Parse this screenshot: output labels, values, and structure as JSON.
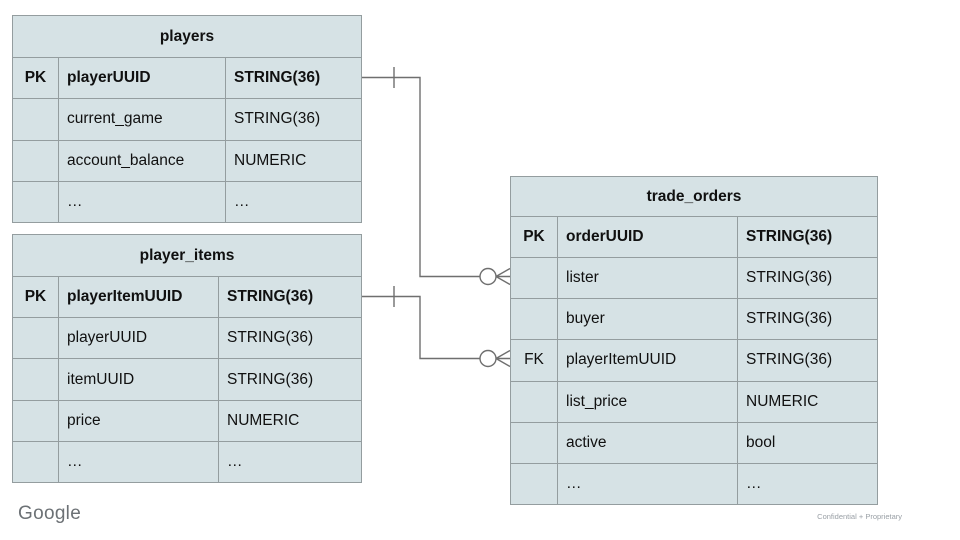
{
  "slide": {
    "background": "#ffffff"
  },
  "branding": {
    "logo_text": "Google",
    "footer_note": "Confidential + Proprietary"
  },
  "colors": {
    "table_fill": "#d6e2e5",
    "table_border": "#949d9f",
    "connector_line": "#6f6f6f",
    "text": "#101010",
    "logo_grey": "#6c7175",
    "footer_grey": "#9aa0a6"
  },
  "diagram": {
    "type": "entity-relationship",
    "tables": [
      {
        "title": "players",
        "rows": [
          {
            "key": "PK",
            "field": "playerUUID",
            "type": "STRING(36)",
            "emphasis": true
          },
          {
            "key": "",
            "field": "current_game",
            "type": "STRING(36)",
            "emphasis": false
          },
          {
            "key": "",
            "field": "account_balance",
            "type": "NUMERIC",
            "emphasis": false
          },
          {
            "key": "",
            "field": "…",
            "type": "…",
            "emphasis": false
          }
        ]
      },
      {
        "title": "player_items",
        "rows": [
          {
            "key": "PK",
            "field": "playerItemUUID",
            "type": "STRING(36)",
            "emphasis": true
          },
          {
            "key": "",
            "field": "playerUUID",
            "type": "STRING(36)",
            "emphasis": false
          },
          {
            "key": "",
            "field": "itemUUID",
            "type": "STRING(36)",
            "emphasis": false
          },
          {
            "key": "",
            "field": "price",
            "type": "NUMERIC",
            "emphasis": false
          },
          {
            "key": "",
            "field": "…",
            "type": "…",
            "emphasis": false
          }
        ]
      },
      {
        "title": "trade_orders",
        "rows": [
          {
            "key": "PK",
            "field": "orderUUID",
            "type": "STRING(36)",
            "emphasis": true
          },
          {
            "key": "",
            "field": "lister",
            "type": "STRING(36)",
            "emphasis": false
          },
          {
            "key": "",
            "field": "buyer",
            "type": "STRING(36)",
            "emphasis": false
          },
          {
            "key": "FK",
            "field": "playerItemUUID",
            "type": "STRING(36)",
            "emphasis": false
          },
          {
            "key": "",
            "field": "list_price",
            "type": "NUMERIC",
            "emphasis": false
          },
          {
            "key": "",
            "field": "active",
            "type": "bool",
            "emphasis": false
          },
          {
            "key": "",
            "field": "…",
            "type": "…",
            "emphasis": false
          }
        ]
      }
    ],
    "relationships": [
      {
        "from_table": "players",
        "from_field": "playerUUID",
        "to_table": "trade_orders",
        "to_field": "lister",
        "from_cardinality": "one",
        "to_cardinality": "zero-or-many"
      },
      {
        "from_table": "player_items",
        "from_field": "playerItemUUID",
        "to_table": "trade_orders",
        "to_field": "playerItemUUID",
        "from_cardinality": "one",
        "to_cardinality": "zero-or-many"
      }
    ]
  }
}
